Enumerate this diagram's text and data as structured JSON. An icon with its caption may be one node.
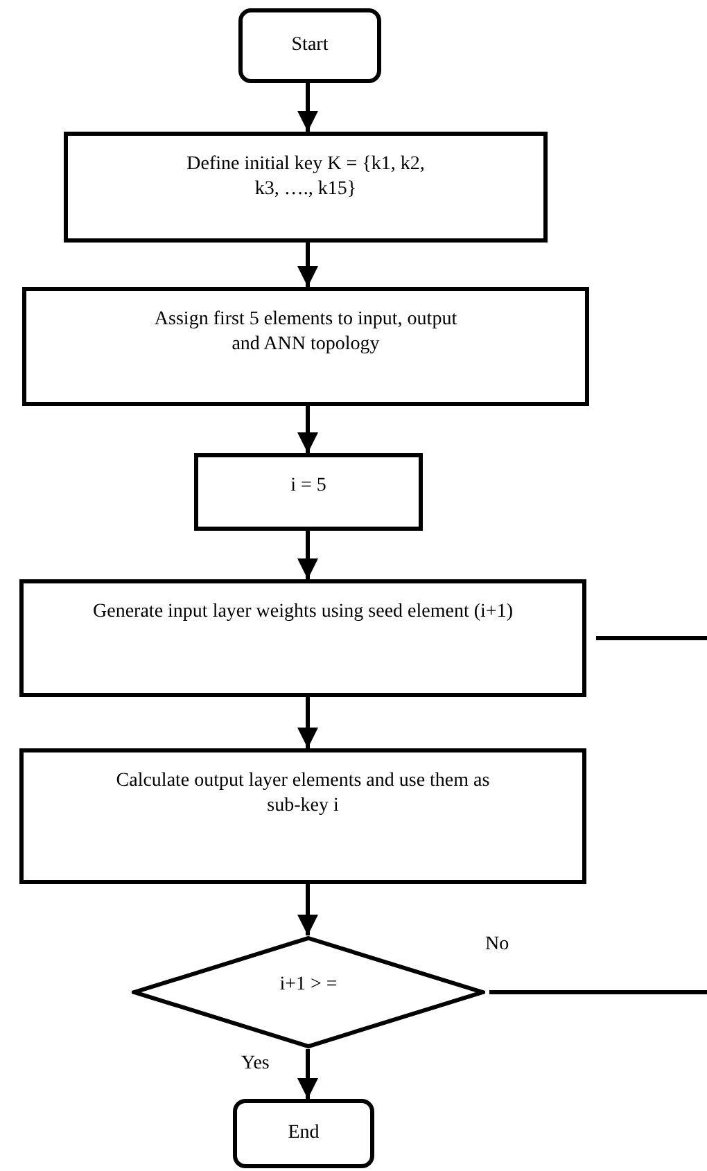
{
  "diagram": {
    "nodes": [
      {
        "text": [
          "Start"
        ]
      },
      {
        "text": [
          "Define initial key K = {k1, k2, k3, …., k15}"
        ]
      },
      {
        "text": [
          "Assign first 5 elements to input, output and ANN topology"
        ]
      },
      {
        "text": [
          "i = 5"
        ]
      },
      {
        "text": [
          "Generate input layer weights using seed element (i+1)"
        ]
      },
      {
        "text": [
          "Calculate output layer elements and use them as sub-key i"
        ]
      },
      {
        "text": [
          "i+1 > ="
        ]
      },
      {
        "text": [
          "End"
        ]
      }
    ],
    "edges": [
      {
        "from": 0,
        "to": 1,
        "arrow": "to"
      },
      {
        "from": 1,
        "to": 2,
        "arrow": "to"
      },
      {
        "from": 2,
        "to": 3,
        "arrow": "to"
      },
      {
        "from": 3,
        "to": 4,
        "arrow": "to"
      },
      {
        "from": 4,
        "to": 5,
        "arrow": "to"
      },
      {
        "from": 5,
        "to": 6,
        "arrow": "to"
      },
      {
        "from": 6,
        "to": 7,
        "label": "Yes",
        "arrow": "to"
      },
      {
        "from": 4,
        "to": null,
        "arrow": "none"
      },
      {
        "from": 6,
        "to": null,
        "label": "No",
        "arrow": "none"
      }
    ]
  }
}
